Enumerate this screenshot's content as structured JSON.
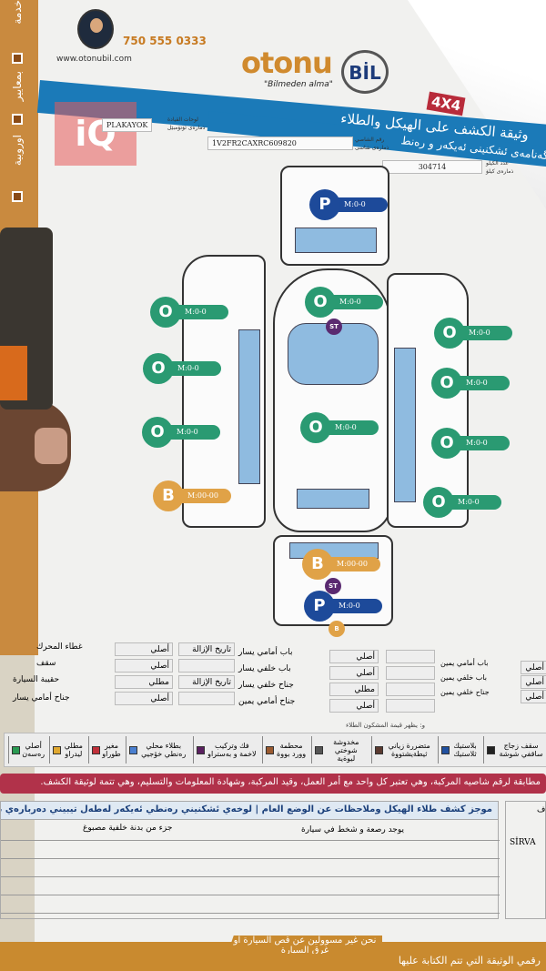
{
  "side_strip": {
    "items": [
      "خدمة",
      "بمعايير",
      "اوروبية"
    ]
  },
  "header": {
    "phone": "750 555 0333",
    "website": "www.otonubil.com",
    "logo_text": "otonu",
    "logo_bil": "BİL",
    "slogan": "\"Bilmeden alma\"",
    "badge": "4X4",
    "title": "وثيقة الكشف على الهيكل والطلاء",
    "title_kurdish": "بەڵگەنامەی ئشکنینی ئەیکەر و رەنط",
    "watermark": "iQ"
  },
  "fields": {
    "plate_value": "PLAKAYOK",
    "plate_label": "لوحات القيادة",
    "plate_label2": "ذمارەی ئۆتۆمبێل",
    "vin_value": "1V2FR2CAXRC609820",
    "vin_label": "رقم الشاصي",
    "vin_label2": "ذمارەی شاسی",
    "km_value": "304714",
    "km_label": "عدد الكيلو",
    "km_label2": "ذمارەی کیلۆ"
  },
  "diagram": {
    "markers": [
      {
        "code": "P",
        "label": "M:0-0",
        "color": "#1d4a9a"
      },
      {
        "code": "O",
        "label": "M:0-0",
        "color": "#2a9a72"
      },
      {
        "code": "O",
        "label": "M:0-0",
        "color": "#2a9a72"
      },
      {
        "code": "O",
        "label": "M:0-0",
        "color": "#2a9a72"
      },
      {
        "code": "B",
        "label": "M:00-00",
        "color": "#e0a247"
      },
      {
        "code": "O",
        "label": "M:0-0",
        "color": "#2a9a72"
      },
      {
        "code": "O",
        "label": "M:0-0",
        "color": "#2a9a72"
      },
      {
        "code": "O",
        "label": "M:0-0",
        "color": "#2a9a72"
      },
      {
        "code": "O",
        "label": "M:0-0",
        "color": "#2a9a72"
      },
      {
        "code": "O",
        "label": "M:0-0",
        "color": "#2a9a72"
      },
      {
        "code": "O",
        "label": "M:0-0",
        "color": "#2a9a72"
      },
      {
        "code": "B",
        "label": "M:00-00",
        "color": "#e0a247"
      },
      {
        "code": "P",
        "label": "M:0-0",
        "color": "#1d4a9a"
      }
    ],
    "st": "ST",
    "small_b": "B"
  },
  "parts_table": {
    "left": [
      {
        "part": "غطاء المحرك",
        "status": "أصلي",
        "removal": "تاريخ الإزالة"
      },
      {
        "part": "سقف",
        "status": "أصلي",
        "removal": ""
      },
      {
        "part": "حقيبة السيارة",
        "status": "مطلي",
        "removal": "تاريخ الإزالة"
      },
      {
        "part": "جناح أمامي يسار",
        "status": "أصلي",
        "removal": ""
      }
    ],
    "middle": [
      {
        "part": "باب أمامي يسار",
        "status": "أصلي"
      },
      {
        "part": "باب خلفي يسار",
        "status": "أصلي"
      },
      {
        "part": "جناح خلفي يسار",
        "status": "مطلي"
      },
      {
        "part": "جناح أمامي يمين",
        "status": "أصلي"
      }
    ],
    "right": [
      {
        "part": "باب أمامي يمين",
        "status": "أصلي"
      },
      {
        "part": "باب خلفي يمين",
        "status": "أصلي"
      },
      {
        "part": "جناح خلفي يمين",
        "status": "أصلي"
      }
    ],
    "note": "و: يظهر قيمة المشكون الطلاء"
  },
  "legend": [
    {
      "label": "أصلي رەسەن",
      "color": "#2a9a52"
    },
    {
      "label": "مطلي ليدراو",
      "color": "#e0a830"
    },
    {
      "label": "مغير طوراو",
      "color": "#c0303a"
    },
    {
      "label": "بطلاء محلي رەنطي خۆجيي",
      "color": "#4a7fd0"
    },
    {
      "label": "فك وتركيب لاخمة و بەستراو",
      "color": "#5a2060"
    },
    {
      "label": "محطمة وورد بووة",
      "color": "#9a5a30"
    },
    {
      "label": "مخدوشة شوختي ليوةية",
      "color": "#555555"
    },
    {
      "label": "متضررة زياني ثيطةيشتووة",
      "color": "#5a3a30"
    },
    {
      "label": "بلاستيك ثلاستيك",
      "color": "#2050a0"
    },
    {
      "label": "سقف زجاج ساقفي شوشة",
      "color": "#222222"
    }
  ],
  "disclaimer_band": "مطابقة لرقم شاصيه المركبة، وهي تعتبر كل واحد مع أمر العمل، وقيد المركبة، وشهادة المعلومات والتسليم، وهي تتمة لوثيقة الكشف.",
  "summary": {
    "header": "موجز كشف طلاء الهيكل وملاحظات عن الوضع العام | لوخەي ئشکنیني رەنطي ئەیکەر لەطەل تيبيني دەربارەي باردۆخي طشتي",
    "notes": [
      "يوجد رصعة و شخط في سيارة",
      "جزء من بدنة خلفية مصبوغ"
    ],
    "side_label": "SİRVA",
    "side_head": "ف"
  },
  "footer": {
    "tab": "نحن غير مسوولين عن قص السيارة او غرق السيارة",
    "text": "رقمي الوثيقة التي تتم الكتابة عليها"
  }
}
